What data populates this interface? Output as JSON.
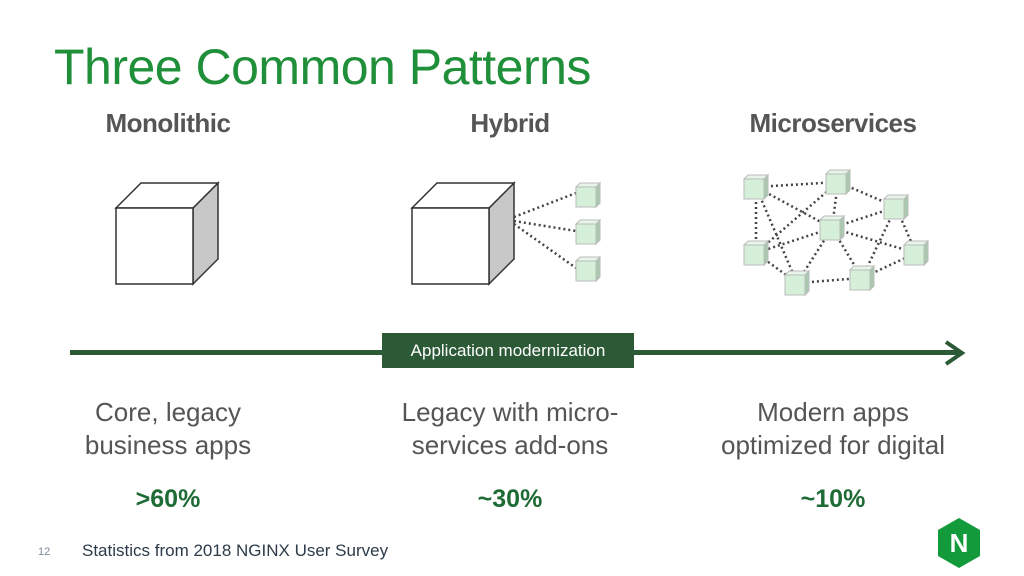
{
  "title": "Three Common Patterns",
  "columns": [
    {
      "heading": "Monolithic",
      "desc_line1": "Core, legacy",
      "desc_line2": "business apps",
      "percent": ">60%"
    },
    {
      "heading": "Hybrid",
      "desc_line1": "Legacy with micro-",
      "desc_line2": "services add-ons",
      "percent": "~30%"
    },
    {
      "heading": "Microservices",
      "desc_line1": "Modern apps",
      "desc_line2": "optimized for digital",
      "percent": "~10%"
    }
  ],
  "timeline_label": "Application modernization",
  "page_number": "12",
  "footnote": "Statistics from 2018 NGINX User Survey",
  "logo_letter": "N",
  "colors": {
    "title": "#1f8f3a",
    "accent_dark": "#2c5a36",
    "percent": "#1e6b35",
    "cube_side": "#c8c8c8",
    "small_cube": "#d6efd9",
    "logo": "#139a3b"
  }
}
